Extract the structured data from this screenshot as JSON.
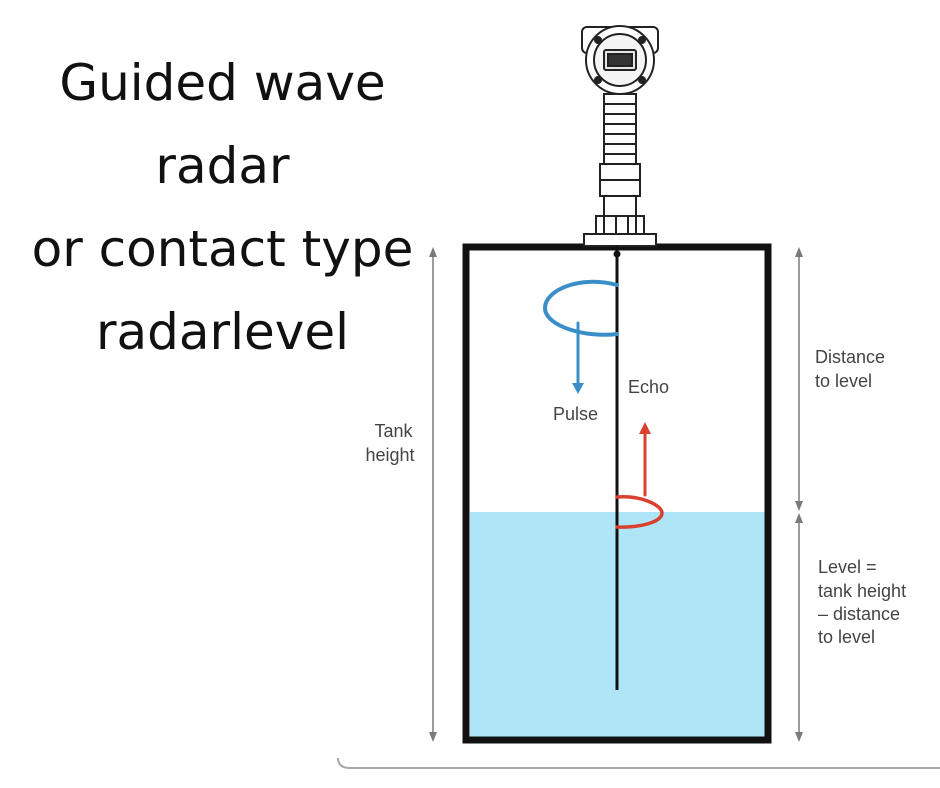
{
  "title": {
    "lines": [
      "Guided wave",
      "radar",
      "or contact type",
      "radarlevel"
    ]
  },
  "labels": {
    "tank_height": [
      "Tank",
      "height"
    ],
    "distance_to_level": [
      "Distance",
      "to level"
    ],
    "level": [
      "Level =",
      "tank height",
      "– distance",
      "to level"
    ],
    "pulse": "Pulse",
    "echo": "Echo"
  },
  "colors": {
    "liquid": "#aee6f7",
    "pulse": "#3b8fc9",
    "echo": "#d9402e",
    "tank_outline": "#111111",
    "dimension": "#7a7a7a"
  },
  "icons": {
    "transmitter": "radar-transmitter-icon"
  }
}
